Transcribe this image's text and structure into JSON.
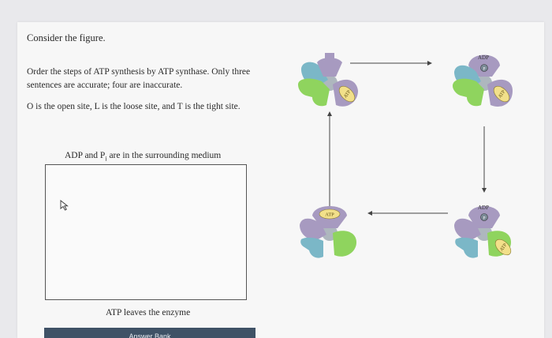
{
  "question": {
    "title": "Consider the figure.",
    "prompt": "Order the steps of ATP synthesis by ATP synthase. Only three sentences are accurate; four are inaccurate.",
    "note": "O is the open site, L is the loose site, and T is the tight site."
  },
  "ordering": {
    "top_label_prefix": "ADP and P",
    "top_label_subscript": "i",
    "top_label_suffix": " are in the surrounding medium",
    "bottom_label": "ATP leaves the enzyme"
  },
  "answer_bank": {
    "label": "Answer Bank"
  },
  "figure": {
    "label_adp": "ADP",
    "label_atp": "ATP",
    "label_p": "P",
    "colors": {
      "green": "#8fd45e",
      "blue": "#7bb7c7",
      "purple": "#a79ac0",
      "yellow": "#f2e08a",
      "gray": "#aeb7be",
      "arrow": "#444444"
    }
  }
}
